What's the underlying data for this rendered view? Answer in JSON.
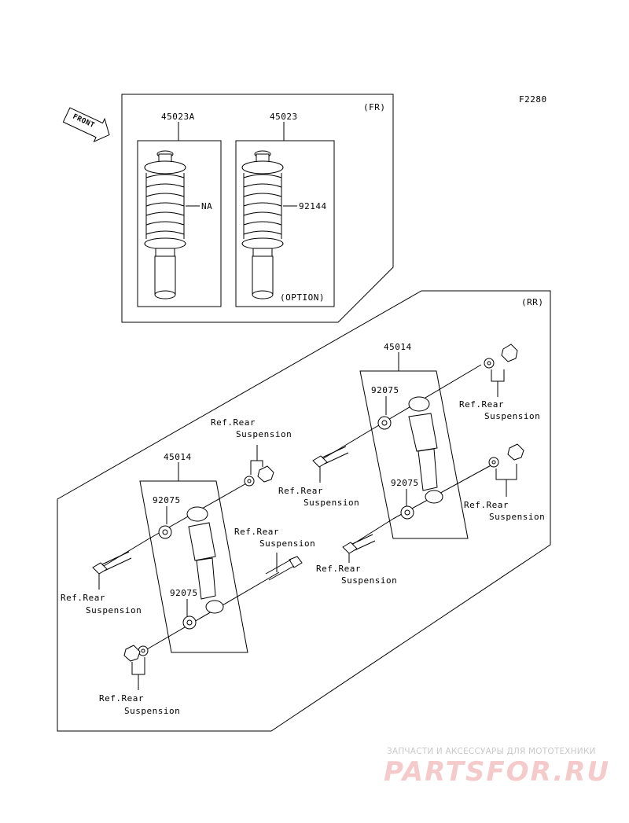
{
  "figure_code": "F2280",
  "front_marker": "FRONT",
  "sections": {
    "front": "(FR)",
    "rear": "(RR)"
  },
  "front_parts": {
    "shock_left": "45023A",
    "shock_right": "45023",
    "spring_left": "NA",
    "spring_right": "92144",
    "option_note": "(OPTION)"
  },
  "rear_parts": {
    "shock_upper": "45014",
    "bush_upper_top": "92075",
    "bush_upper_bottom": "92075",
    "shock_lower": "45014",
    "bush_lower_top": "92075",
    "bush_lower_bottom": "92075"
  },
  "ref_note": {
    "line1": "Ref.Rear",
    "line2": "Suspension"
  },
  "watermark": {
    "tagline": "ЗАПЧАСТИ И АКСЕССУАРЫ ДЛЯ МОТОТЕХНИКИ",
    "logo": "PARTSFOR.RU"
  }
}
